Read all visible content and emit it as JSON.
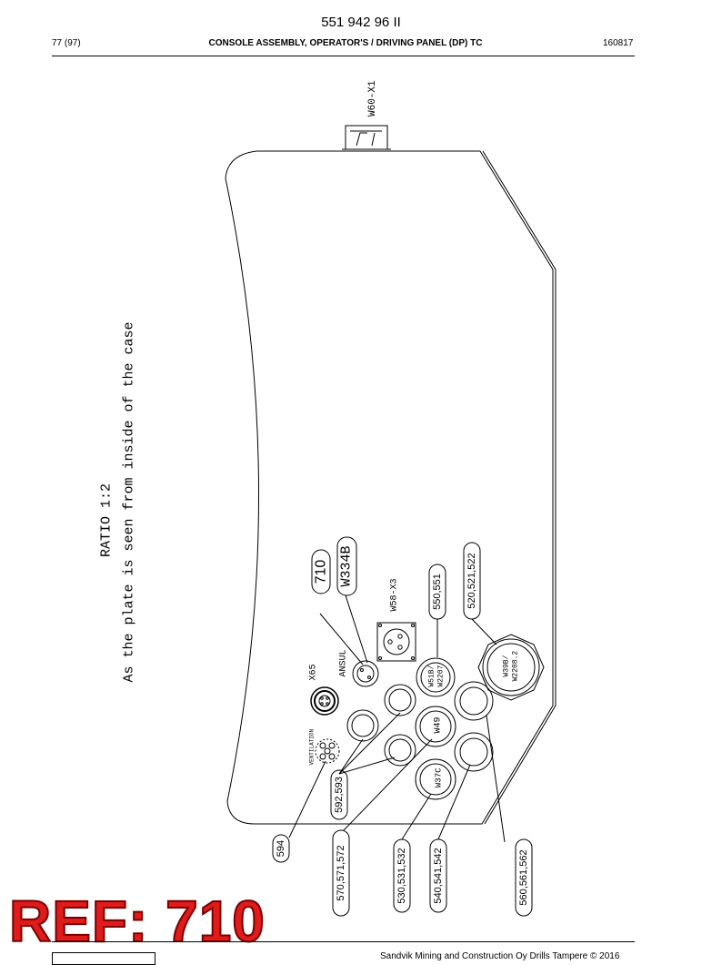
{
  "header": {
    "doc_number": "551 942 96 II",
    "page": "77 (97)",
    "title": "CONSOLE ASSEMBLY, OPERATOR'S / DRIVING PANEL (DP) TC",
    "date": "160817"
  },
  "drawing": {
    "ratio": "RATIO 1:2",
    "note": "As the plate is seen from inside of the case",
    "connector_top": "W60-X1",
    "labels": {
      "x58": "W58-X3",
      "ansul": "ANSUL",
      "x65": "X65",
      "ventilation": "VENTILATION",
      "w51": "W51B/",
      "w51b": "W2207",
      "w39": "W39B/",
      "w39b": "W2208.2",
      "w49": "W49",
      "w37": "W37C"
    },
    "callouts": {
      "c710": "710",
      "w334b": "W334B",
      "c550": "550,551",
      "c520": "520,521,522",
      "c592": "592,593",
      "c594": "594",
      "c570": "570,571,572",
      "c530": "530,531,532",
      "c540": "540,541,542",
      "c560": "560,561,562"
    }
  },
  "ref_stamp": "REF: 710",
  "footer": {
    "copyright": "Sandvik Mining and Construction Oy Drills Tampere © 2016"
  }
}
